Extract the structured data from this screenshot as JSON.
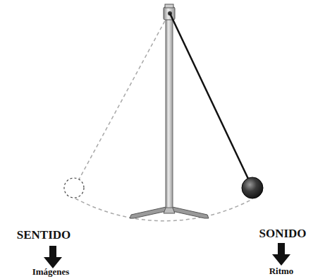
{
  "diagram": {
    "labels": [
      "SENTIDO",
      "SONIDO",
      "Imágenes",
      "Ritmo"
    ]
  }
}
